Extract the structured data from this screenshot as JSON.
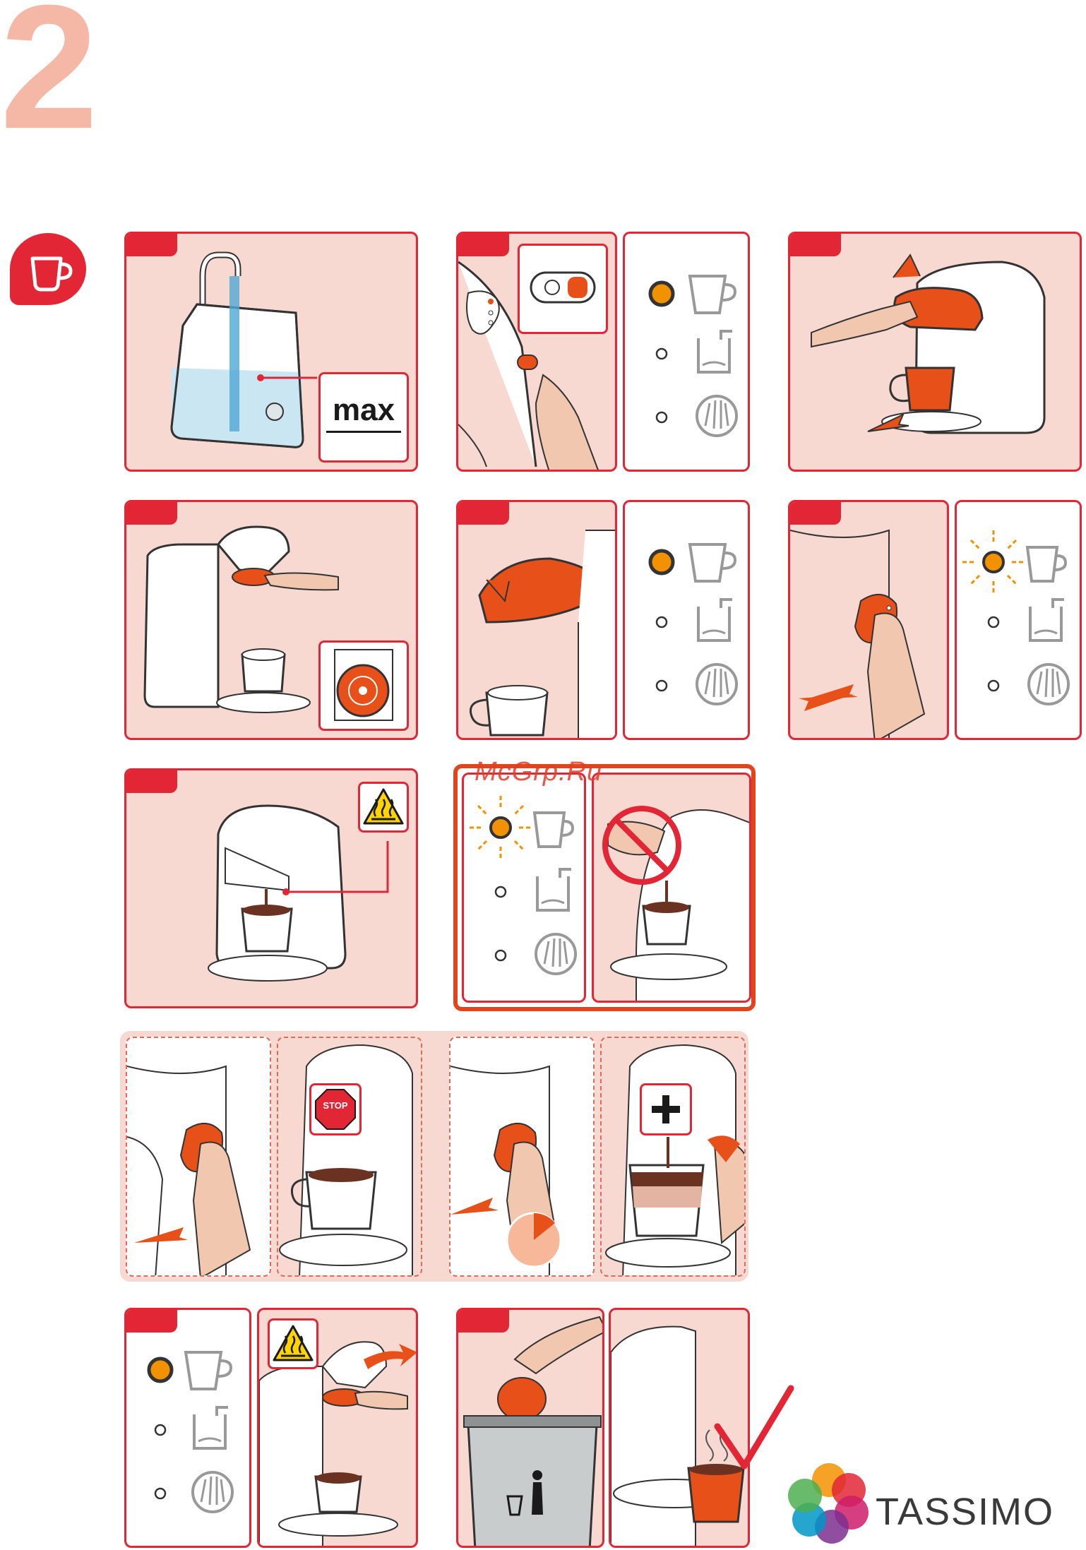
{
  "page": {
    "step_number": "2",
    "watermark": "McGrp.Ru",
    "brand": "TASSIMO"
  },
  "labels": {
    "max": "max",
    "stop": "STOP"
  },
  "icons": {
    "cup-badge": "cup-icon",
    "status-cup": "cup-status-icon",
    "status-water": "water-tank-icon",
    "status-descale": "descale-icon",
    "hot-warning": "hot-surface-warning-icon",
    "plus": "plus-icon",
    "no-touch": "no-touch-icon",
    "bin": "trash-bin-icon",
    "checkmark": "checkmark-icon"
  },
  "colors": {
    "accent_red": "#e32636",
    "panel_pink": "#f7d9d1",
    "step_number": "#f6b8a6",
    "orange": "#e8501a",
    "indicator_orange": "#f39200",
    "water_blue": "#cbe6f3"
  }
}
